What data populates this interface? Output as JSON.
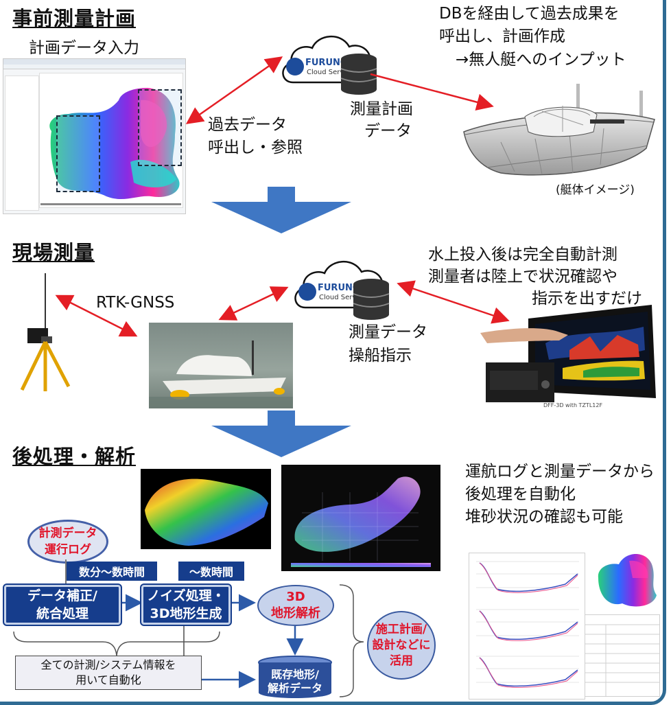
{
  "sections": {
    "pre_survey": "事前測量計画",
    "field_survey": "現場測量",
    "post_process": "後処理・解析"
  },
  "labels": {
    "plan_input": "計画データ入力",
    "db_plan_line1": "DBを経由して過去成果を",
    "db_plan_line2": "呼出し、計画作成",
    "db_plan_line3": "→無人艇へのインプット",
    "past_data_line1": "過去データ",
    "past_data_line2": "呼出し・参照",
    "survey_plan_line1": "測量計画",
    "survey_plan_line2": "データ",
    "hull_image": "(艇体イメージ)",
    "auto_line1": "水上投入後は完全自動計測",
    "auto_line2": "測量者は陸上で状況確認や",
    "auto_line3": "指示を出すだけ",
    "rtk": "RTK-GNSS",
    "survey_data_line1": "測量データ",
    "survey_data_line2": "操船指示",
    "nav_line1": "運航ログと測量データから",
    "nav_line2": "後処理を自動化",
    "nav_line3": "堆砂状況の確認も可能",
    "display_caption": "DFF-3D with TZTL12F"
  },
  "cloud": {
    "brand": "FURUNO",
    "service": "Cloud Service"
  },
  "flow": {
    "input_line1": "計測データ",
    "input_line2": "運行ログ",
    "time1": "数分～数時間",
    "time2": "～数時間",
    "box1_line1": "データ補正/",
    "box1_line2": "統合処理",
    "box2_line1": "ノイズ処理・",
    "box2_line2": "3D地形生成",
    "analysis_line1": "3D",
    "analysis_line2": "地形解析",
    "existing_line1": "既存地形/",
    "existing_line2": "解析データ",
    "use_line1": "施工計画/",
    "use_line2": "設計などに",
    "use_line3": "活用",
    "auto_note_line1": "全ての計測/システム情報を",
    "auto_note_line2": "用いて自動化"
  },
  "colors": {
    "arrow_red": "#e41e25",
    "big_arrow": "#3f77c4",
    "flow_blue": "#163d8c",
    "frame": "#2f6b93"
  }
}
